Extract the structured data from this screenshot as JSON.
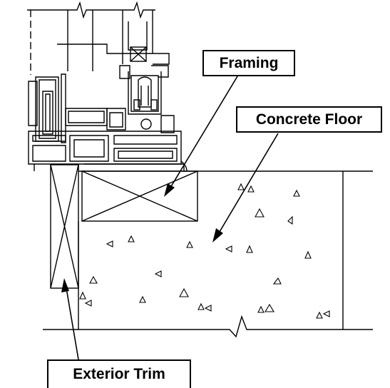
{
  "callouts": {
    "framing": "Framing",
    "concrete_floor": "Concrete Floor",
    "exterior_trim": "Exterior Trim"
  },
  "icons": {
    "aggregate": "triangle-aggregate-icon",
    "break": "break-line-icon"
  },
  "colors": {
    "line": "#000000",
    "background": "#ffffff"
  }
}
